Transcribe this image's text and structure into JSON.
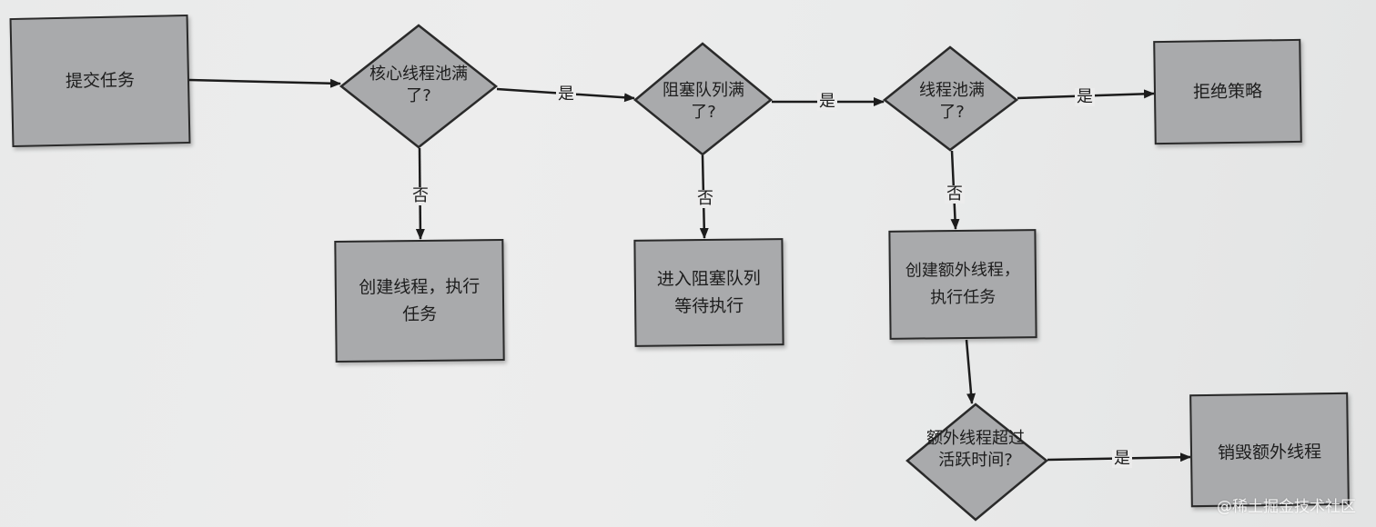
{
  "nodes": {
    "submit": "提交任务",
    "core_full": "核心线程池满了?",
    "create_core": "创建线程，执行任务",
    "queue_full": "阻塞队列满了?",
    "enqueue": "进入阻塞队列等待执行",
    "pool_full": "线程池满了?",
    "reject": "拒绝策略",
    "create_extra": "创建额外线程，执行任务",
    "idle_timeout": "额外线程超过活跃时间?",
    "destroy": "销毁额外线程"
  },
  "edges": {
    "yes": "是",
    "no": "否"
  },
  "watermark": "@稀土掘金技术社区",
  "colors": {
    "node_fill": "#a9aaac",
    "stroke": "#2a2a2a",
    "paper": "#ececec"
  }
}
